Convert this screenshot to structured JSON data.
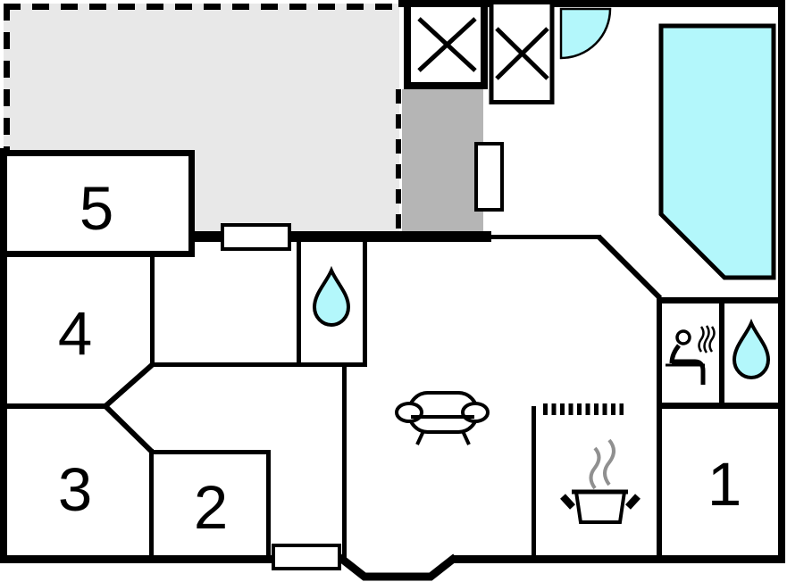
{
  "plan": {
    "title": "holiday-home floor plan",
    "colors": {
      "wall": "#000000",
      "terrace": "#e8e8e8",
      "entry": "#b5b5b5",
      "water": "#b3f7fb",
      "steam": "#909090",
      "background": "#ffffff"
    },
    "rooms": [
      {
        "id": "room-1",
        "label": "1"
      },
      {
        "id": "room-2",
        "label": "2"
      },
      {
        "id": "room-3",
        "label": "3"
      },
      {
        "id": "room-4",
        "label": "4"
      },
      {
        "id": "room-5",
        "label": "5"
      }
    ],
    "icons": [
      "terrace-dashed-outline",
      "entry-area",
      "wardrobe-x-icon",
      "wardrobe-x-icon",
      "door-swing-icon",
      "swimming-pool-icon",
      "sauna-person-icon",
      "water-drop-icon",
      "water-drop-icon",
      "sofa-icon",
      "stove-pot-icon",
      "kitchen-counter-dashes",
      "window-icon",
      "window-icon",
      "radiator-icon"
    ]
  }
}
